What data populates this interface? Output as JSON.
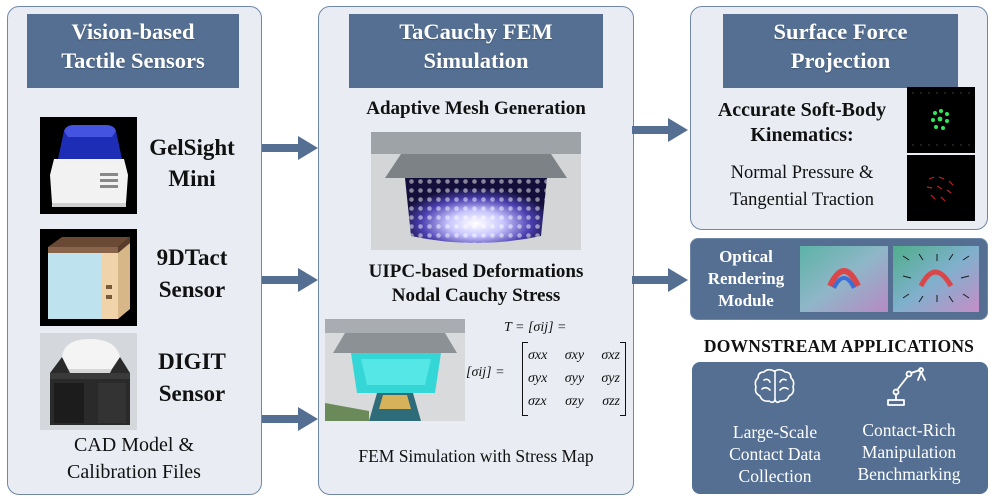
{
  "left": {
    "header": [
      "Vision-based",
      "Tactile Sensors"
    ],
    "sensors": [
      {
        "name": [
          "GelSight",
          "Mini"
        ],
        "icon": "gelsight-mini-sensor-render"
      },
      {
        "name": [
          "9DTact",
          "Sensor"
        ],
        "icon": "9dtact-sensor-render"
      },
      {
        "name": [
          "DIGIT",
          "Sensor"
        ],
        "icon": "digit-sensor-render"
      }
    ],
    "footer": [
      "CAD Model &",
      "Calibration Files"
    ]
  },
  "middle": {
    "header": [
      "TaCauchy FEM",
      "Simulation"
    ],
    "mesh_title": "Adaptive Mesh Generation",
    "deform_title": [
      "UIPC-based Deformations",
      "Nodal Cauchy Stress"
    ],
    "equation": {
      "line1": "T = [σij] =",
      "lhs": "[σij] =",
      "matrix": [
        [
          "σxx",
          "σxy",
          "σxz"
        ],
        [
          "σyx",
          "σyy",
          "σyz"
        ],
        [
          "σzx",
          "σzy",
          "σzz"
        ]
      ]
    },
    "footer": "FEM Simulation with Stress Map"
  },
  "right": {
    "header": [
      "Surface Force",
      "Projection"
    ],
    "kinematics_title": [
      "Accurate Soft-Body",
      "Kinematics:"
    ],
    "kinematics_text": [
      "Normal Pressure &",
      "Tangential Traction"
    ],
    "optical": [
      "Optical",
      "Rendering",
      "Module"
    ],
    "downstream_title": "DOWNSTREAM APPLICATIONS",
    "apps": [
      {
        "label": [
          "Large-Scale",
          "Contact Data",
          "Collection"
        ],
        "icon": "brain-icon"
      },
      {
        "label": [
          "Contact-Rich",
          "Manipulation",
          "Benchmarking"
        ],
        "icon": "robot-arm-icon"
      }
    ]
  },
  "colors": {
    "panel_bg": "#e9edf3",
    "panel_border": "#6f87a8",
    "header_bg": "#546f92",
    "arrow": "#546f92",
    "app_box": "#546f92"
  }
}
